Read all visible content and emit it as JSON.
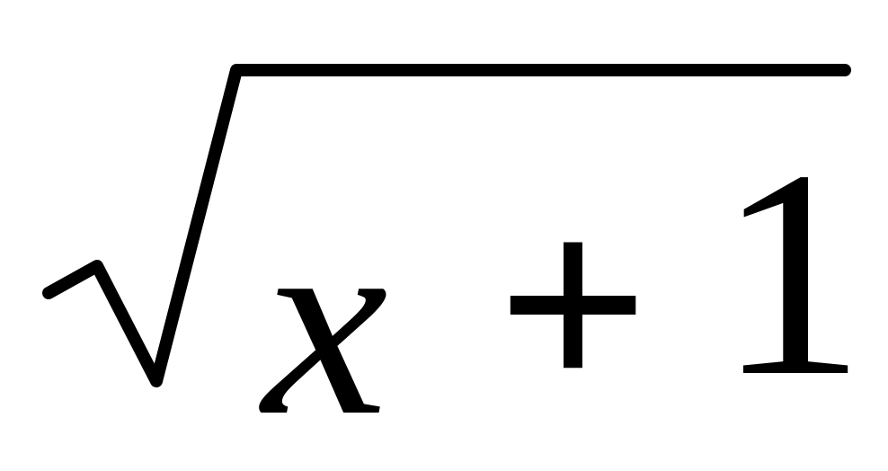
{
  "formula": {
    "radical": "square-root",
    "variable": "x",
    "operator": "+",
    "constant": "1"
  },
  "colors": {
    "background": "#ffffff",
    "ink": "#000000"
  }
}
